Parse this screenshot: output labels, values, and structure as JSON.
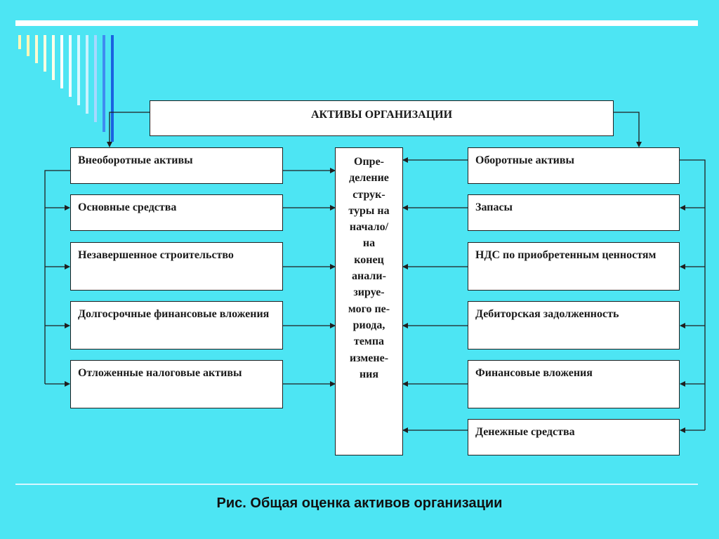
{
  "diagram": {
    "title": "АКТИВЫ ОРГАНИЗАЦИИ",
    "left_column": [
      "Внеоборотные активы",
      "Основные средства",
      "Незавершенное строительство",
      "Долгосрочные финансовые вложения",
      "Отложенные налоговые активы"
    ],
    "right_column": [
      "Оборотные активы",
      "Запасы",
      "НДС по приобретенным ценностям",
      "Дебиторская задолженность",
      "Финансовые вложения",
      "Денежные средства"
    ],
    "center_lines": [
      "Опре-",
      "деление",
      "струк-",
      "туры на",
      "начало/",
      "на",
      "конец",
      "анали-",
      "зируе-",
      "мого пе-",
      "риода,",
      "темпа",
      "измене-",
      "ния"
    ]
  },
  "caption": "Рис.  Общая оценка активов организации",
  "colors": {
    "background": "#4de5f3",
    "box_fill": "#ffffff",
    "line": "#1f1f1f",
    "deco_blue": "#1a72e8"
  }
}
